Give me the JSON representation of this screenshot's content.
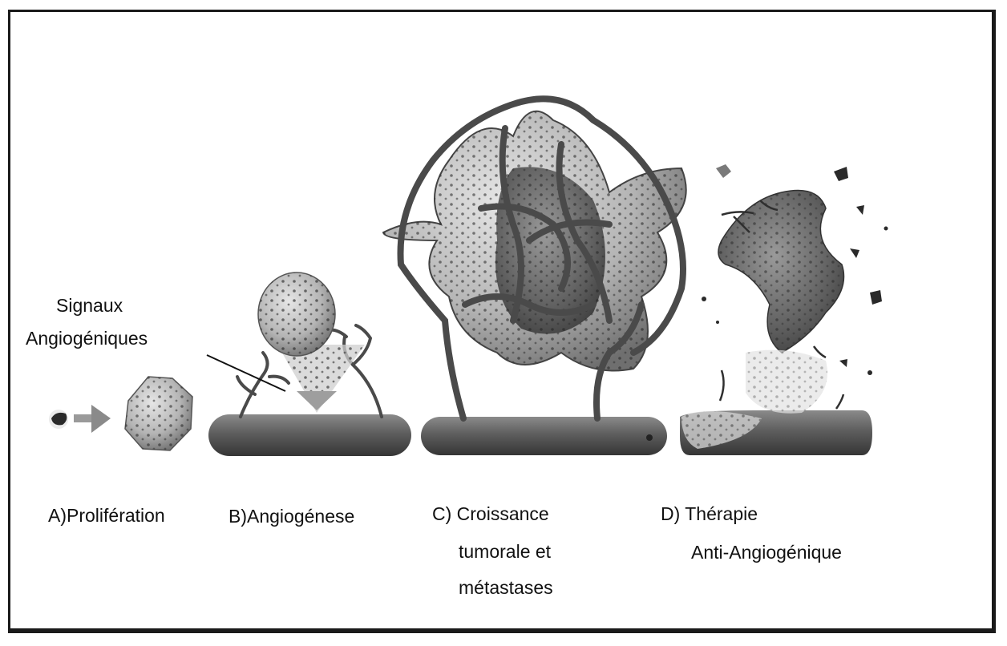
{
  "signals_label": {
    "line1": "Signaux",
    "line2": "Angiogéniques"
  },
  "stages": {
    "A": {
      "line1": "A)Prolifération"
    },
    "B": {
      "line1": "B)Angiogénese"
    },
    "C": {
      "line1": "C) Croissance",
      "line2": "tumorale et",
      "line3": "métastases"
    },
    "D": {
      "line1": "D) Thérapie",
      "line2": "Anti-Angiogénique"
    }
  },
  "colors": {
    "vessel": "#5e5e5e",
    "vessel_dark": "#3a3a3a",
    "tumor": "#bdbdbd",
    "tumor_dark": "#6e6e6e",
    "arrow": "#8a8a8a"
  }
}
